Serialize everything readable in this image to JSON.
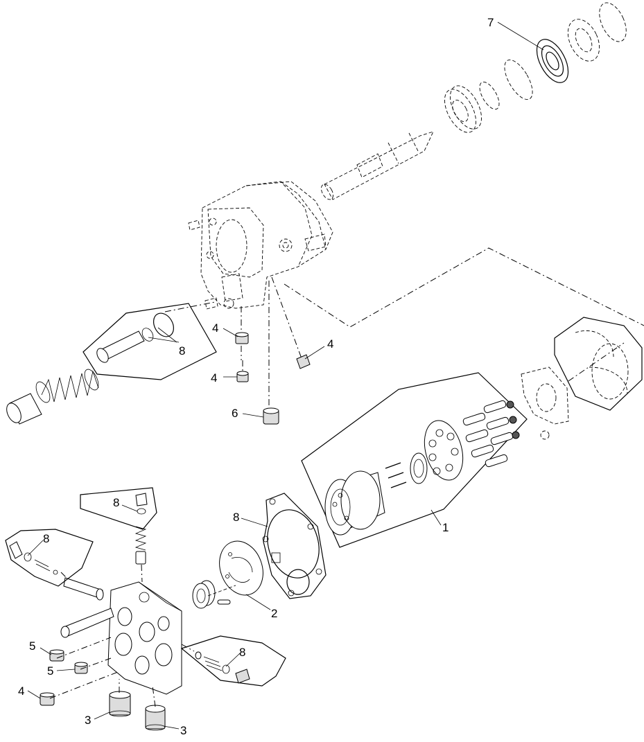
{
  "figure": {
    "callouts": {
      "c1": "1",
      "c2": "2",
      "c3a": "3",
      "c3b": "3",
      "c4a": "4",
      "c4b": "4",
      "c4c": "4",
      "c4d": "4",
      "c5a": "5",
      "c5b": "5",
      "c6": "6",
      "c7": "7",
      "c8a": "8",
      "c8b": "8",
      "c8c": "8",
      "c8d": "8",
      "c8e": "8"
    }
  }
}
